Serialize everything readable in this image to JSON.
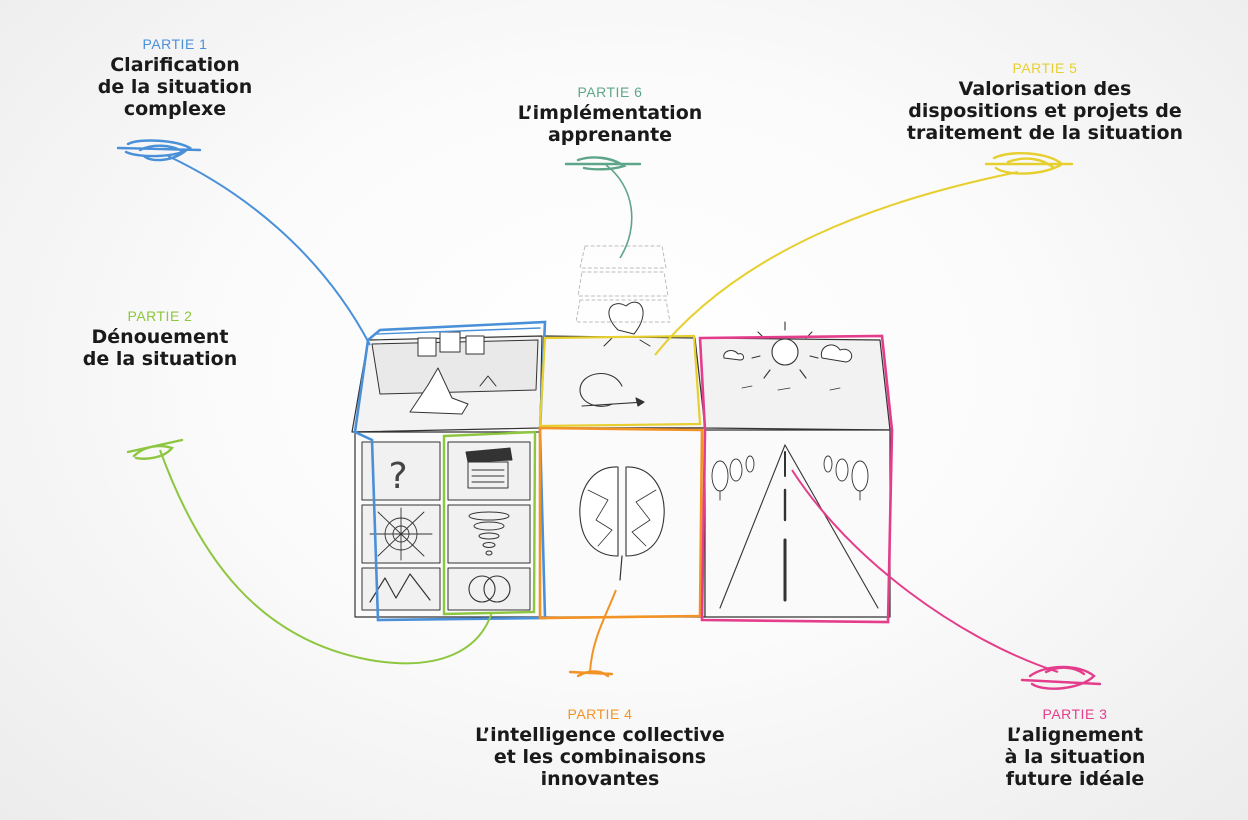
{
  "parts": {
    "p1": {
      "num": "PARTIE 1",
      "title": "Clarification\nde la situation\ncomplexe",
      "color": "#4a90d9"
    },
    "p2": {
      "num": "PARTIE 2",
      "title": "Dénouement\nde la situation",
      "color": "#8dc63f"
    },
    "p3": {
      "num": "PARTIE 3",
      "title": "L’alignement\nà la situation\nfuture idéale",
      "color": "#e43d8c"
    },
    "p4": {
      "num": "PARTIE 4",
      "title": "L’intelligence collective\net les combinaisons\ninnovantes",
      "color": "#f39325"
    },
    "p5": {
      "num": "PARTIE 5",
      "title": "Valorisation des\ndispositions et projets de\ntraitement de la situation",
      "color": "#e6cf2e"
    },
    "p6": {
      "num": "PARTIE 6",
      "title": "L’implémentation\napprenante",
      "color": "#5fa58a"
    }
  },
  "tiles": {
    "question_mark": "?"
  }
}
